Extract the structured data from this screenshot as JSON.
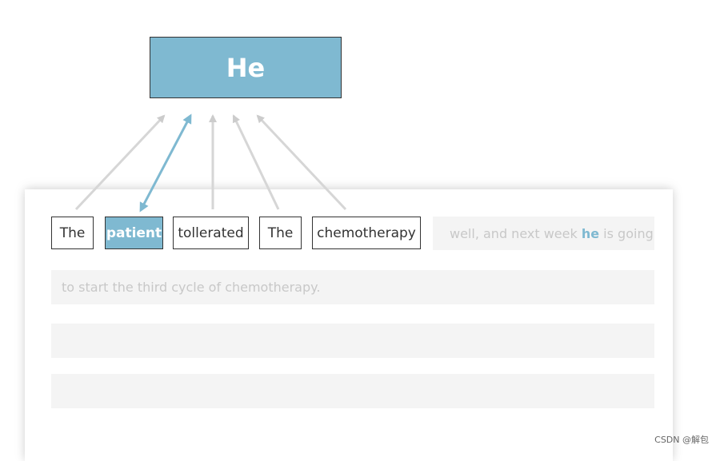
{
  "head_word": "He",
  "tokens": [
    "The",
    "patient",
    "tollerated",
    "The",
    "chemotherapy"
  ],
  "line1": {
    "pre": "well, and next week ",
    "highlight": "he",
    "post": " is going"
  },
  "line2": "to start the third cycle of chemotherapy.",
  "watermark": "CSDN @解包",
  "colors": {
    "accent": "#7fb9d1",
    "faded_arrow": "#cccccc",
    "block": "#f4f4f4"
  }
}
